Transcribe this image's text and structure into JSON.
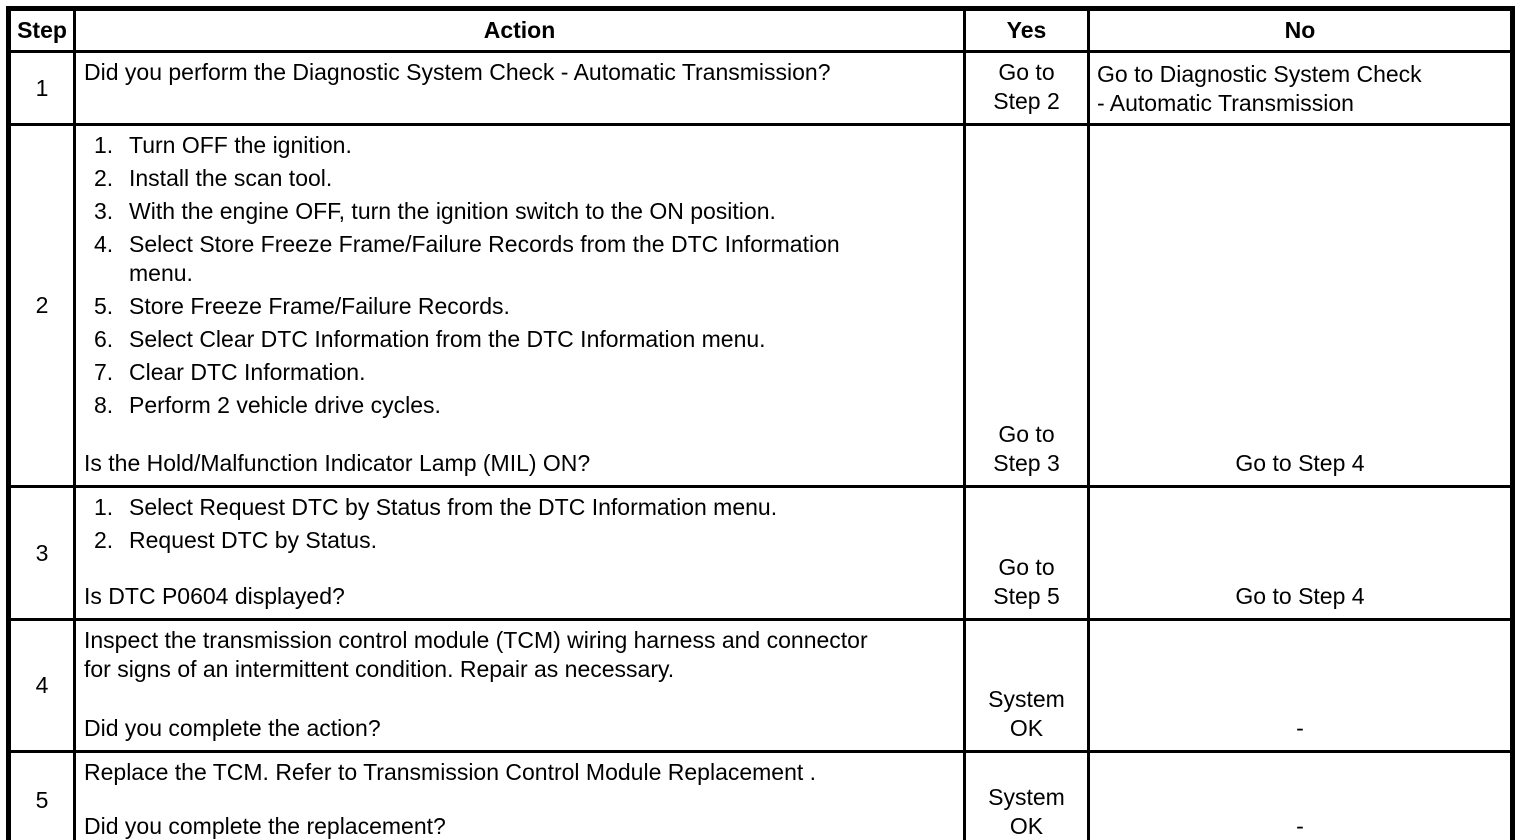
{
  "colors": {
    "border": "#000000",
    "background": "#ffffff",
    "text": "#000000"
  },
  "header": {
    "step": "Step",
    "action": "Action",
    "yes": "Yes",
    "no": "No"
  },
  "rows": [
    {
      "step": "1",
      "text_lines": [
        "Did you perform the Diagnostic System Check - Automatic Transmission?"
      ],
      "yes_lines": [
        "Go to",
        "Step 2"
      ],
      "no_lines": [
        "Go to Diagnostic System Check",
        "- Automatic Transmission"
      ]
    },
    {
      "step": "2",
      "list": [
        {
          "num": "1.",
          "lines": [
            "Turn OFF the ignition."
          ]
        },
        {
          "num": "2.",
          "lines": [
            "Install the scan tool."
          ]
        },
        {
          "num": "3.",
          "lines": [
            "With the engine OFF, turn the ignition switch to the ON position."
          ]
        },
        {
          "num": "4.",
          "lines": [
            "Select Store Freeze Frame/Failure Records from the DTC Information",
            "menu."
          ]
        },
        {
          "num": "5.",
          "lines": [
            "Store Freeze Frame/Failure Records."
          ]
        },
        {
          "num": "6.",
          "lines": [
            "Select Clear DTC Information from the DTC Information menu."
          ]
        },
        {
          "num": "7.",
          "lines": [
            "Clear DTC Information."
          ]
        },
        {
          "num": "8.",
          "lines": [
            "Perform 2 vehicle drive cycles."
          ]
        }
      ],
      "question": "Is the Hold/Malfunction Indicator Lamp (MIL) ON?",
      "yes_lines": [
        "Go to",
        "Step 3"
      ],
      "no_lines": [
        "Go to Step 4"
      ]
    },
    {
      "step": "3",
      "list": [
        {
          "num": "1.",
          "lines": [
            "Select Request DTC by Status from the DTC Information menu."
          ]
        },
        {
          "num": "2.",
          "lines": [
            "Request DTC by Status."
          ]
        }
      ],
      "question": "Is DTC P0604 displayed?",
      "yes_lines": [
        "Go to",
        "Step 5"
      ],
      "no_lines": [
        "Go to Step 4"
      ]
    },
    {
      "step": "4",
      "text_lines": [
        "Inspect the transmission control module (TCM) wiring harness and connector",
        "for signs of an intermittent condition. Repair as necessary."
      ],
      "question": "Did you complete the action?",
      "yes_lines": [
        "System",
        "OK"
      ],
      "no_lines": [
        "-"
      ]
    },
    {
      "step": "5",
      "text_lines": [
        "Replace the TCM. Refer to Transmission Control Module Replacement ."
      ],
      "question": "Did you complete the replacement?",
      "yes_lines": [
        "System",
        "OK"
      ],
      "no_lines": [
        "-"
      ]
    }
  ]
}
